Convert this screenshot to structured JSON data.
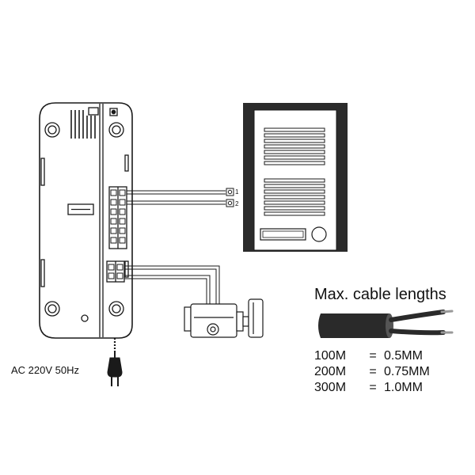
{
  "power": {
    "label": "AC 220V 50Hz"
  },
  "cable": {
    "title": "Max. cable lengths",
    "specs": [
      {
        "length": "100M",
        "eq": "=",
        "gauge": "0.5MM"
      },
      {
        "length": "200M",
        "eq": "=",
        "gauge": "0.75MM"
      },
      {
        "length": "300M",
        "eq": "=",
        "gauge": "1.0MM"
      }
    ]
  },
  "outdoor_terminals": [
    "1",
    "2"
  ],
  "colors": {
    "stroke": "#1a1a1a",
    "panel_edge": "#2b2b2b",
    "cable": "#2a2a2a"
  }
}
